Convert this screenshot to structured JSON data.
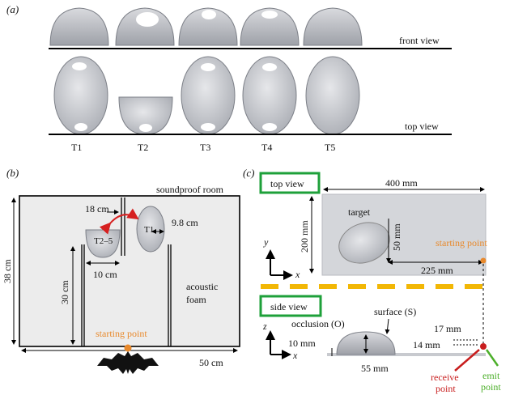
{
  "panel_a": {
    "label": "(a)",
    "front_view_label": "front view",
    "top_view_label": "top view",
    "targets": [
      "T1",
      "T2",
      "T3",
      "T4",
      "T5"
    ]
  },
  "panel_b": {
    "label": "(b)",
    "room_label": "soundproof room",
    "dim_18": "18 cm",
    "dim_98": "9.8 cm",
    "dim_10": "10 cm",
    "dim_30": "30 cm",
    "dim_38": "38 cm",
    "dim_50": "50 cm",
    "label_t25": "T2–5",
    "label_t1": "T1",
    "foam_label_1": "acoustic",
    "foam_label_2": "foam",
    "start_label": "starting point",
    "colors": {
      "arrow": "#d62020",
      "start": "#e8892c"
    }
  },
  "panel_c": {
    "label": "(c)",
    "top_view_title": "top view",
    "side_view_title": "side view",
    "dim_400": "400 mm",
    "dim_200": "200 mm",
    "dim_50": "50 mm",
    "dim_225": "225 mm",
    "target_label": "target",
    "start_label": "starting point",
    "axis_y": "y",
    "axis_x": "x",
    "axis_z": "z",
    "surface_label": "surface (S)",
    "occlusion_label": "occlusion (O)",
    "dim_10mm": "10 mm",
    "dim_55mm": "55 mm",
    "dim_14mm": "14 mm",
    "dim_17mm": "17 mm",
    "receive_1": "receive",
    "receive_2": "point",
    "emit_1": "emit",
    "emit_2": "point",
    "colors": {
      "box": "#1ea03a",
      "stripe": "#f2b705",
      "receive": "#c81e1e",
      "emit": "#4caf2a",
      "start": "#e8892c"
    }
  }
}
